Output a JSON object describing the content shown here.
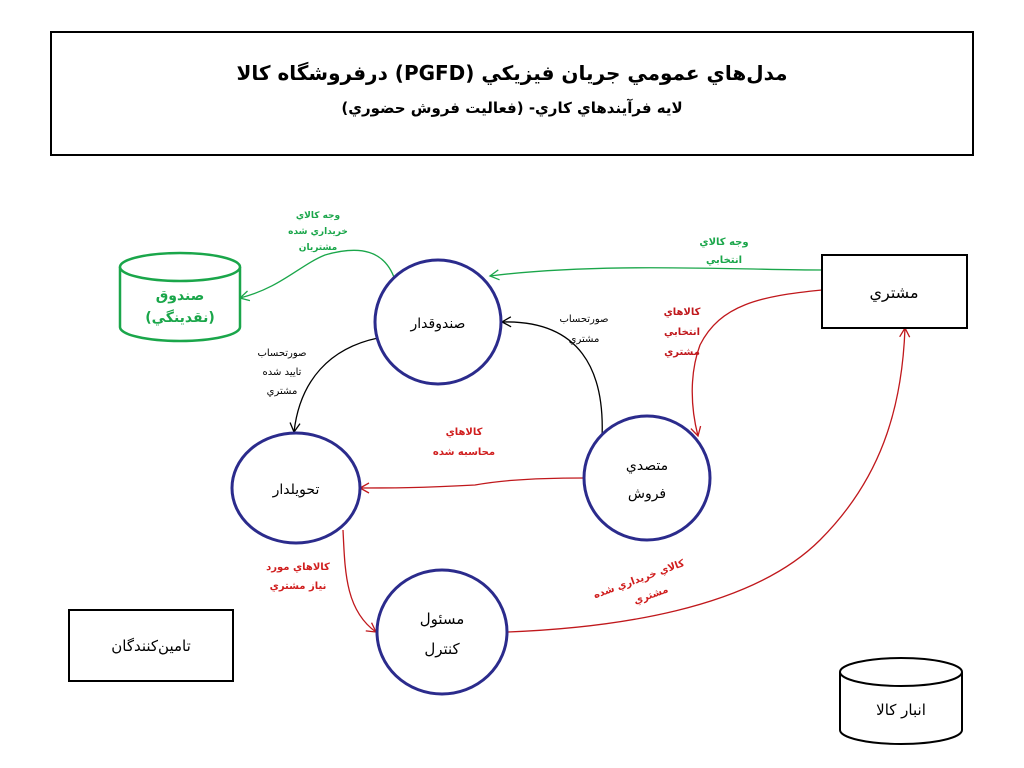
{
  "title": {
    "main": "مدل‌هاي عمومي جريان فيزيكي (PGFD) درفروشگاه كالا",
    "sub": "لايه فرآيندهاي كاري- (فعاليت فروش حضوري)"
  },
  "nodes": {
    "cashier": "صندوقدار",
    "sales_clerk_line1": "متصدي",
    "sales_clerk_line2": "فروش",
    "delivery": "تحويلدار",
    "control_line1": "مسئول",
    "control_line2": "كنترل",
    "customer": "مشتري",
    "suppliers": "تامين‌كنندگان",
    "cash_store_line1": "صندوق",
    "cash_store_line2": "(نقدينگي)",
    "warehouse": "انبار كالا"
  },
  "flows": {
    "customer_to_cashier": [
      "وجه كالاي",
      "انتخابي"
    ],
    "cashier_to_cash": [
      "وجه كالاي",
      "خريداري شده",
      "مشتريان"
    ],
    "customer_to_clerk": [
      "كالاهاي",
      "انتخابي",
      "مشتري"
    ],
    "clerk_to_cashier": [
      "صورتحساب",
      "مشتري"
    ],
    "cashier_to_delivery": [
      "صورتحساب",
      "تاييد شده",
      "مشتري"
    ],
    "clerk_to_delivery": [
      "كالاهاي",
      "محاسبه شده"
    ],
    "delivery_to_control": [
      "كالاهاي مورد",
      "نياز مشتري"
    ],
    "control_to_customer": [
      "كالاي خريداري شده",
      "مشتري"
    ]
  },
  "colors": {
    "green": "#1aa64a",
    "red": "#c0181c",
    "black": "#000000",
    "node_stroke": "#2b2b8c",
    "label_red": "#d01e1e"
  }
}
